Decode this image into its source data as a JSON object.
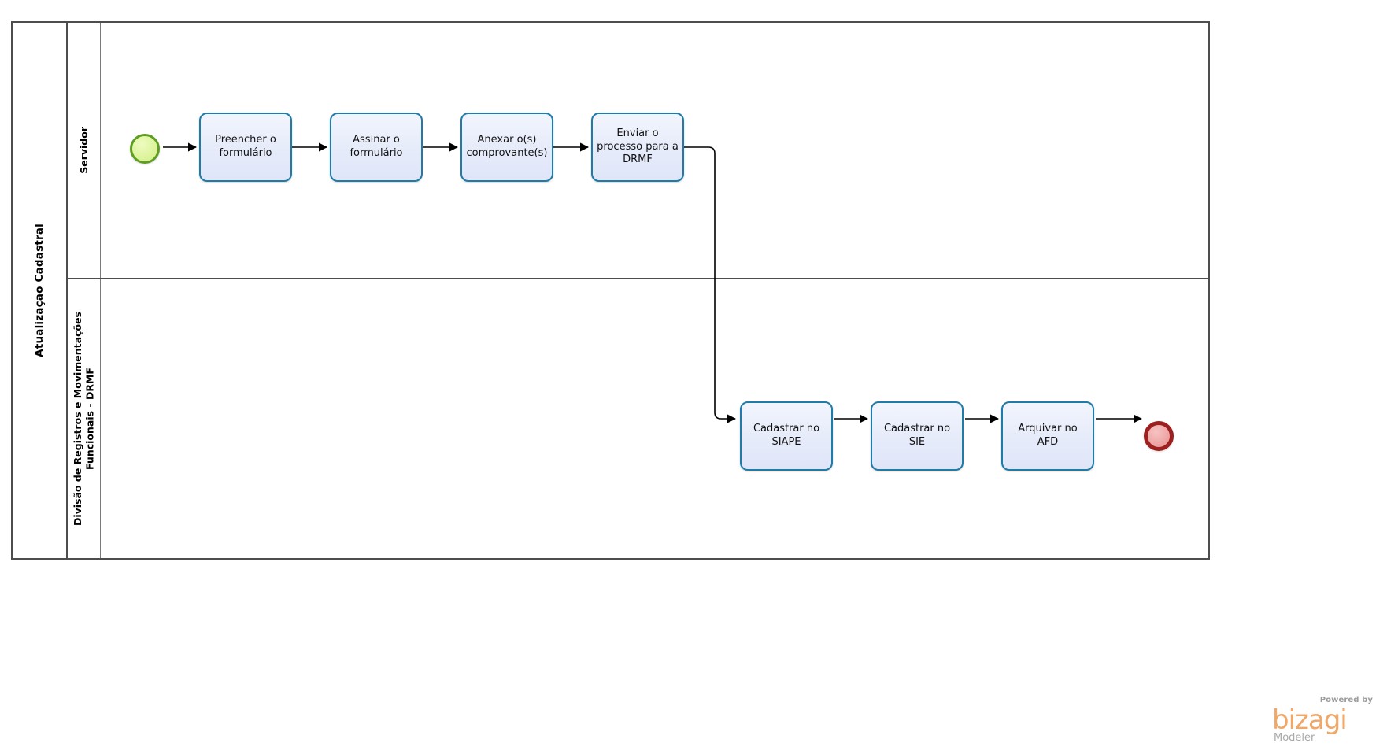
{
  "diagram": {
    "type": "bpmn-process-diagram",
    "pool": {
      "name": "Atualização Cadastral"
    },
    "lanes": [
      {
        "id": "lane-servidor",
        "name": "Servidor"
      },
      {
        "id": "lane-drmf",
        "name": "Divisão de Registros e Movimentações Funcionais - DRMF"
      }
    ],
    "elements": {
      "start_event": {
        "name": "start-event",
        "lane": "lane-servidor"
      },
      "tasks": [
        {
          "id": "task-preencher",
          "label": "Preencher o formulário",
          "lane": "lane-servidor"
        },
        {
          "id": "task-assinar",
          "label": "Assinar o formulário",
          "lane": "lane-servidor"
        },
        {
          "id": "task-anexar",
          "label": "Anexar o(s) comprovante(s)",
          "lane": "lane-servidor"
        },
        {
          "id": "task-enviar",
          "label": "Enviar o processo para a DRMF",
          "lane": "lane-servidor"
        },
        {
          "id": "task-siape",
          "label": "Cadastrar no SIAPE",
          "lane": "lane-drmf"
        },
        {
          "id": "task-sie",
          "label": "Cadastrar no SIE",
          "lane": "lane-drmf"
        },
        {
          "id": "task-afd",
          "label": "Arquivar no AFD",
          "lane": "lane-drmf"
        }
      ],
      "end_event": {
        "name": "end-event",
        "lane": "lane-drmf"
      }
    },
    "colors": {
      "task_fill": "#eaeefb",
      "task_border": "#1f7ba8",
      "start_fill": "#dff49d",
      "start_border": "#5f9e22",
      "end_fill": "#f0a8a8",
      "end_border": "#9e1f1f",
      "pool_border": "#4d4d4d",
      "flow_line": "#000000"
    }
  },
  "footer": {
    "powered_by": "Powered by",
    "brand": "bizagi",
    "product": "Modeler",
    "brand_color": "#f0a868"
  }
}
